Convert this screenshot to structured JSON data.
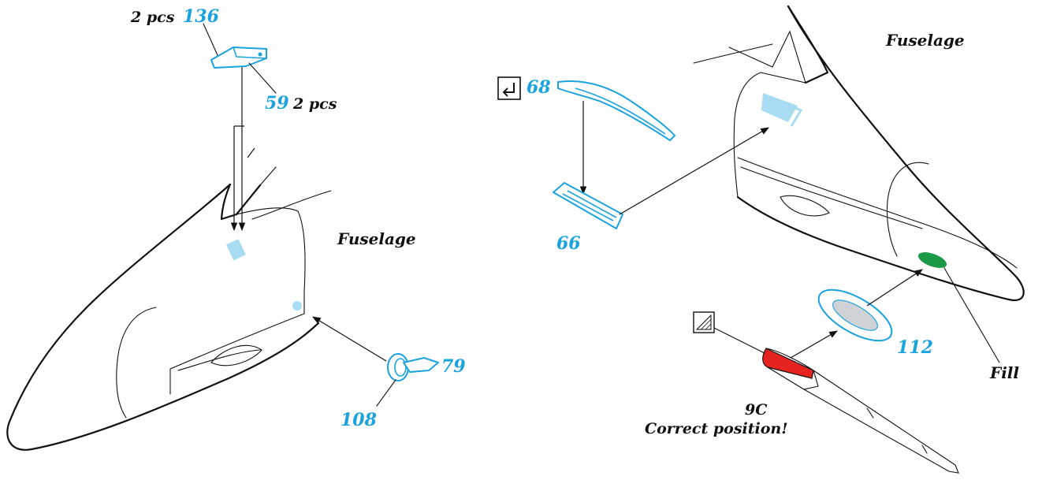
{
  "labels": {
    "qty_top": "2 pcs",
    "part_136": "136",
    "part_59": "59",
    "qty_59": "2 pcs",
    "fuselage_left": "Fuselage",
    "part_79": "79",
    "part_108": "108",
    "part_68": "68",
    "part_66": "66",
    "fuselage_right": "Fuselage",
    "part_112": "112",
    "fill": "Fill",
    "paint_code": "9C",
    "correct_position": "Correct position!"
  },
  "icons": {
    "bend_icon": "bend-arrow-icon",
    "paint_icon": "hatched-paint-icon"
  },
  "colors": {
    "part_blue": "#1aa3df",
    "part_fill_light": "#a8dcf3",
    "fill_green": "#1a9a46",
    "paint_red": "#e52420",
    "line": "#111111"
  }
}
